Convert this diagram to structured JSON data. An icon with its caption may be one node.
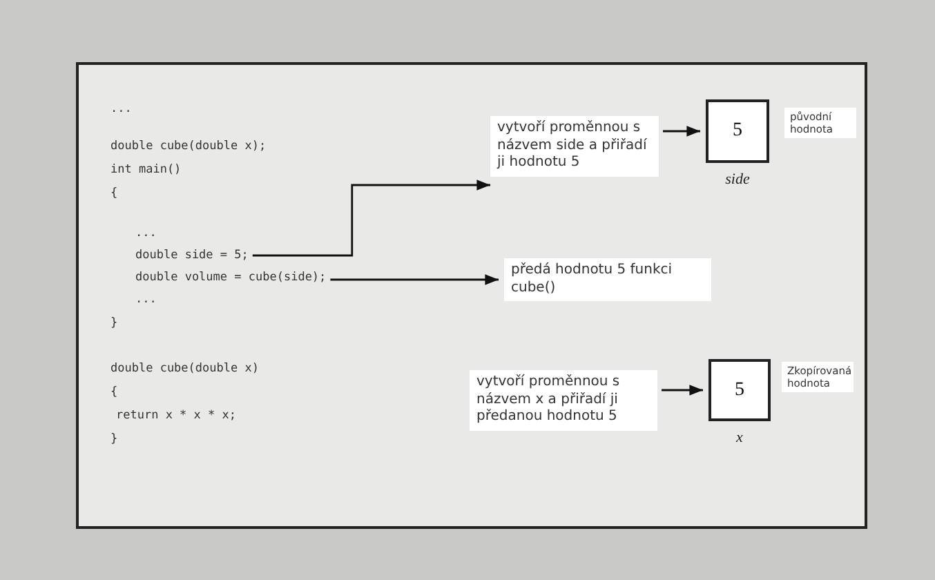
{
  "diagram": {
    "nodes": [
      {
        "text": [
          "double side = 5;"
        ]
      },
      {
        "text": [
          "double volume = cube(side);"
        ]
      },
      {
        "text": [
          "vytvoří proměnnou s názvem side a přiřadí ji hodnotu 5"
        ]
      },
      {
        "text": [
          "5"
        ],
        "beside": [
          "side"
        ]
      },
      {
        "text": [
          "předá hodnotu 5 funkci cube()"
        ]
      },
      {
        "text": [
          "vytvoří proměnnou s názvem x a přiřadí ji předanou hodnotu 5"
        ]
      },
      {
        "text": [
          "5"
        ],
        "beside": [
          "x"
        ]
      }
    ],
    "edges": [
      {
        "from": 0,
        "to": 2,
        "arrow": "to"
      },
      {
        "from": 2,
        "to": 3,
        "arrow": "to"
      },
      {
        "from": 1,
        "to": 4,
        "arrow": "to"
      },
      {
        "from": 5,
        "to": 6,
        "arrow": "to"
      }
    ],
    "labels": [
      "...",
      "double cube(double x);",
      "int main()",
      "{",
      "původní hodnota",
      "...",
      "...",
      "}",
      "double cube(double x)",
      "{",
      "Zkopírovaná hodnota",
      "return x * x * x;",
      "}"
    ]
  }
}
